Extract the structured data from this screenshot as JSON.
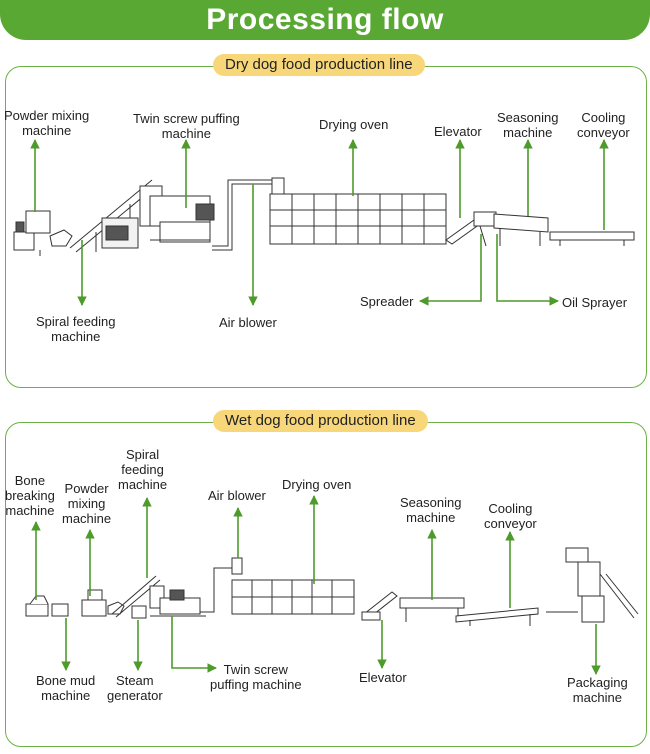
{
  "header": {
    "title": "Processing flow"
  },
  "colors": {
    "accent": "#5aa834",
    "pill": "#f7d779",
    "arrow": "#4e9a2b",
    "machine_line": "#333333"
  },
  "dry_line": {
    "title": "Dry dog food production line",
    "labels": {
      "powder_mixing": [
        "Powder mixing",
        "machine"
      ],
      "twin_screw": [
        "Twin screw puffing",
        "machine"
      ],
      "drying_oven": [
        "Drying oven"
      ],
      "elevator": [
        "Elevator"
      ],
      "seasoning": [
        "Seasoning",
        "machine"
      ],
      "cooling": [
        "Cooling",
        "conveyor"
      ],
      "spiral_feeding": [
        "Spiral feeding",
        "machine"
      ],
      "air_blower": [
        "Air blower"
      ],
      "spreader": [
        "Spreader"
      ],
      "oil_sprayer": [
        "Oil Sprayer"
      ]
    }
  },
  "wet_line": {
    "title": "Wet dog food production line",
    "labels": {
      "bone_breaking": [
        "Bone",
        "breaking",
        "machine"
      ],
      "powder_mixing": [
        "Powder",
        "mixing",
        "machine"
      ],
      "spiral_feeding": [
        "Spiral",
        "feeding",
        "machine"
      ],
      "air_blower": [
        "Air blower"
      ],
      "drying_oven": [
        "Drying oven"
      ],
      "seasoning": [
        "Seasoning",
        "machine"
      ],
      "cooling": [
        "Cooling",
        "conveyor"
      ],
      "bone_mud": [
        "Bone mud",
        "machine"
      ],
      "steam": [
        "Steam",
        "generator"
      ],
      "twin_screw": [
        "Twin screw",
        "puffing machine"
      ],
      "elevator": [
        "Elevator"
      ],
      "packaging": [
        "Packaging",
        "machine"
      ]
    }
  }
}
